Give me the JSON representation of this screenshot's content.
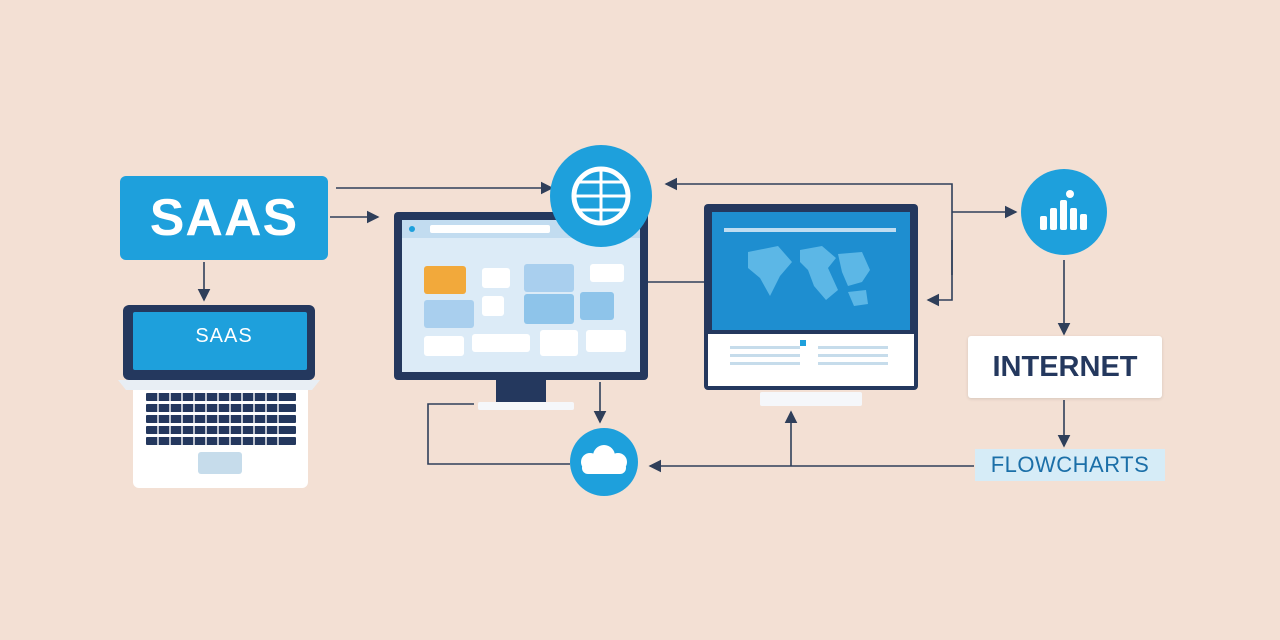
{
  "labels": {
    "saas_badge": "SAAS",
    "laptop_screen": "SAAS",
    "internet": "INTERNET",
    "flowcharts": "FLOWCHARTS"
  },
  "icons": {
    "top_node": "globe-icon",
    "bottom_node": "cloud-users-icon",
    "right_node": "bar-chart-icon"
  },
  "colors": {
    "background": "#f3e0d4",
    "accent": "#1ea0dc",
    "navy": "#24385e",
    "flowcharts_bg": "#d6ecf7",
    "connector": "#2f3f5a"
  }
}
